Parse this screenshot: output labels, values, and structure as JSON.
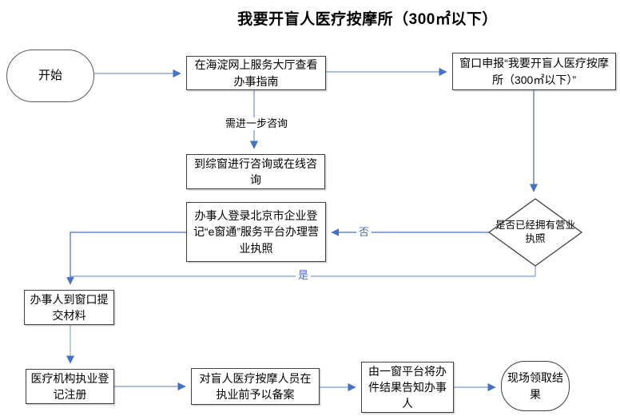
{
  "title": "我要开盲人医疗按摩所（300㎡以下）",
  "colors": {
    "arrow": "#4472C4",
    "arrow_light": "#95AEDC",
    "box_border": "#3f3f3f"
  },
  "nodes": {
    "start": "开始",
    "guide": "在海淀网上服务大厅查看办事指南",
    "declare": "窗口申报“我要开盲人医疗按摩所（300㎡以下）”",
    "consult": "到综窗进行咨询或在线咨询",
    "license": "办事人登录北京市企业登记“e窗通”服务平台办理营业执照",
    "decision": "是否已经拥有营业执照",
    "submit": "办事人到窗口提交材料",
    "register": "医疗机构执业登记注册",
    "record": "对盲人医疗按摩人员在执业前予以备案",
    "notify": "由一窗平台将办件结果告知办事人",
    "end": "现场领取结果"
  },
  "edge_labels": {
    "further_consult": "需进一步咨询",
    "no": "否",
    "yes": "是"
  }
}
